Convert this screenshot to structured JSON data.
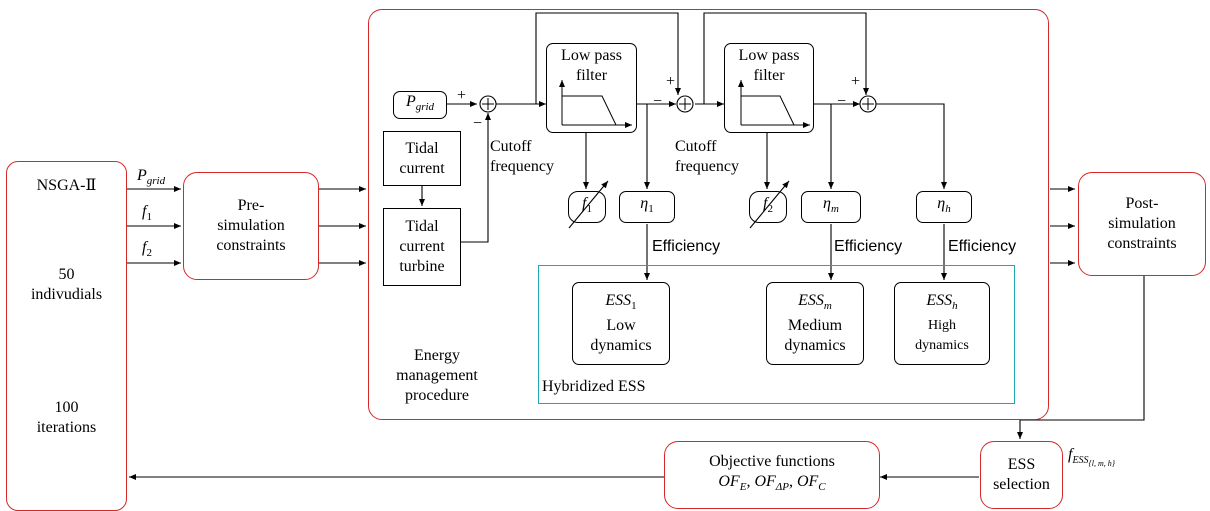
{
  "optimizer": {
    "name": "NSGA-Ⅱ",
    "population": "50\nindivudials",
    "iterations": "100\niterations"
  },
  "inputs": {
    "p_grid": "P",
    "p_grid_sub": "grid",
    "f1": "f",
    "f1_sub": "1",
    "f2": "f",
    "f2_sub": "2"
  },
  "pre_simulation": "Pre-\nsimulation\nconstraints",
  "post_simulation": "Post-\nsimulation\nconstraints",
  "energy_management": "Energy\nmanagement\nprocedure",
  "tidal_current": "Tidal\ncurrent",
  "tidal_turbine": "Tidal\ncurrent\nturbine",
  "lpf1": "Low pass\nfilter",
  "lpf2": "Low pass\nfilter",
  "cutoff1": "Cutoff\nfrequency",
  "cutoff2": "Cutoff\nfrequency",
  "signs": {
    "plus": "+",
    "minus": "−"
  },
  "eta1": "η",
  "eta1_sub": "1",
  "etam": "η",
  "etam_sub": "m",
  "etah": "η",
  "etah_sub": "h",
  "efficiency": "Efficiency",
  "ess1": {
    "name": "ESS",
    "sub": "1",
    "desc": "Low\ndynamics"
  },
  "essm": {
    "name": "ESS",
    "sub": "m",
    "desc": "Medium\ndynamics"
  },
  "essh": {
    "name": "ESS",
    "sub": "h",
    "desc": "High\ndynamics"
  },
  "hybridized": "Hybridized ESS",
  "ess_selection": "ESS\nselection",
  "f_ess": {
    "f": "f",
    "sub": "ESS",
    "subsub": "{l, m, h}"
  },
  "objective": {
    "title": "Objective functions",
    "of_e": "OF",
    "of_e_sub": "E",
    "of_dp": "OF",
    "of_dp_sub": "ΔP",
    "of_c": "OF",
    "of_c_sub": "C"
  }
}
